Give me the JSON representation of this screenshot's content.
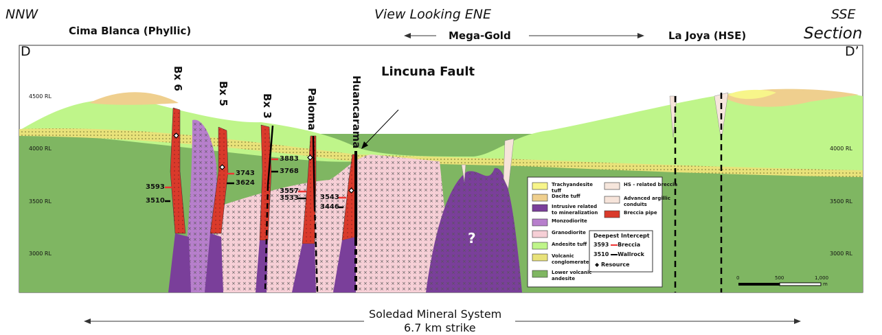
{
  "header": {
    "left_dir": "NNW",
    "right_dir": "SSE",
    "view": "View Looking ENE",
    "left_title": "Cima Blanca (Phyllic)",
    "center_title": "Mega-Gold",
    "right_title": "La Joya (HSE)",
    "section": "Section",
    "d_left": "D",
    "d_right": "D’"
  },
  "rl_labels": [
    "4500 RL",
    "4000 RL",
    "3500 RL",
    "3000 RL"
  ],
  "pipes": [
    "Bx 6",
    "Bx 5",
    "Bx 3",
    "Paloma",
    "Huancarama"
  ],
  "fault": "Lincuna Fault",
  "intercepts": {
    "bx6_breccia": "3593",
    "bx6_wall": "3510",
    "bx5_breccia": "3743",
    "bx5_wall": "3624",
    "bx3_breccia": "3883",
    "bx3_wall": "3768",
    "paloma_breccia": "3557",
    "paloma_wall": "3533",
    "huan_breccia": "3543",
    "huan_wall": "3446"
  },
  "unknown": "?",
  "legend": {
    "items": [
      {
        "label": "Trachyandesite tuff",
        "color": "#f7f58a"
      },
      {
        "label": "Dacite tuff",
        "color": "#efcf8e"
      },
      {
        "label": "Intrusive related to mineralization",
        "color": "#7a3f9a"
      },
      {
        "label": "Monzodiorite",
        "color": "#b77fcc"
      },
      {
        "label": "Granodiorite",
        "color": "#f6cfd6"
      },
      {
        "label": "Andesite tuff",
        "color": "#bff58a"
      },
      {
        "label": "Volcanic conglomerate",
        "color": "#e8e27a"
      },
      {
        "label": "Lower volcanic andesite",
        "color": "#7fb662"
      },
      {
        "label": "HS - related breccia",
        "color": "#f6e6dc"
      },
      {
        "label": "Advanced argillic conduits",
        "color": "#f6e4da"
      },
      {
        "label": "Breccia pipe",
        "color": "#d93a2b"
      }
    ],
    "intercept_title": "Deepest Intercept",
    "ex_breccia_val": "3593",
    "ex_breccia": "Breccia",
    "ex_wall_val": "3510",
    "ex_wall": "Wallrock",
    "resource": "Resource"
  },
  "scale": {
    "t0": "0",
    "t1": "500",
    "t2": "1,000",
    "unit": "m"
  },
  "footer": {
    "line1": "Soledad Mineral System",
    "line2": "6.7 km strike"
  }
}
